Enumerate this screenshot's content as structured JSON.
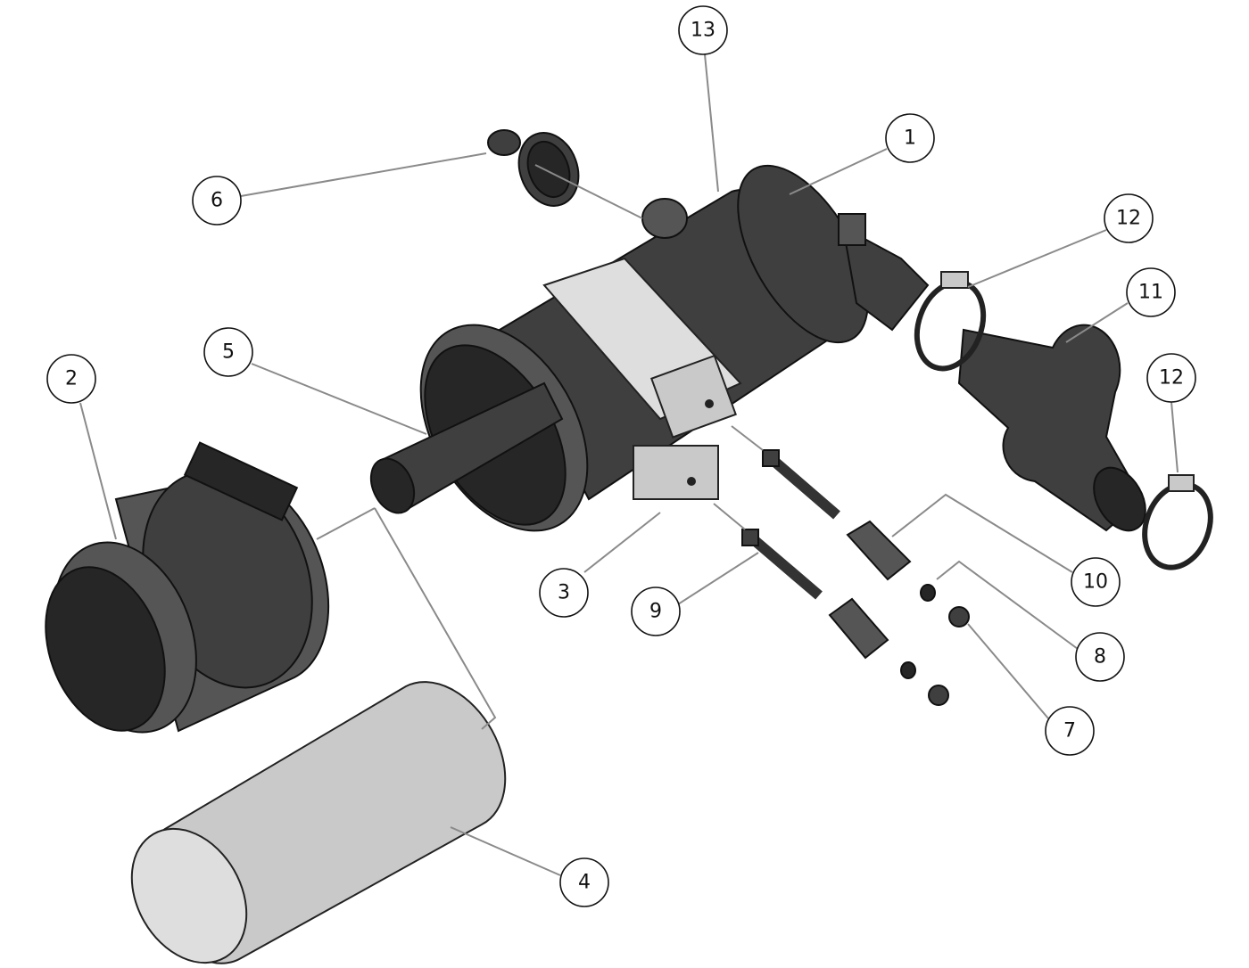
{
  "diagram": {
    "title": "Air filter assembly exploded view",
    "callouts": [
      {
        "id": "c13",
        "label": "13"
      },
      {
        "id": "c1",
        "label": "1"
      },
      {
        "id": "c6",
        "label": "6"
      },
      {
        "id": "c12a",
        "label": "12"
      },
      {
        "id": "c11",
        "label": "11"
      },
      {
        "id": "c5",
        "label": "5"
      },
      {
        "id": "c2",
        "label": "2"
      },
      {
        "id": "c12b",
        "label": "12"
      },
      {
        "id": "c3",
        "label": "3"
      },
      {
        "id": "c10",
        "label": "10"
      },
      {
        "id": "c9",
        "label": "9"
      },
      {
        "id": "c8",
        "label": "8"
      },
      {
        "id": "c7",
        "label": "7"
      },
      {
        "id": "c4",
        "label": "4"
      }
    ]
  }
}
